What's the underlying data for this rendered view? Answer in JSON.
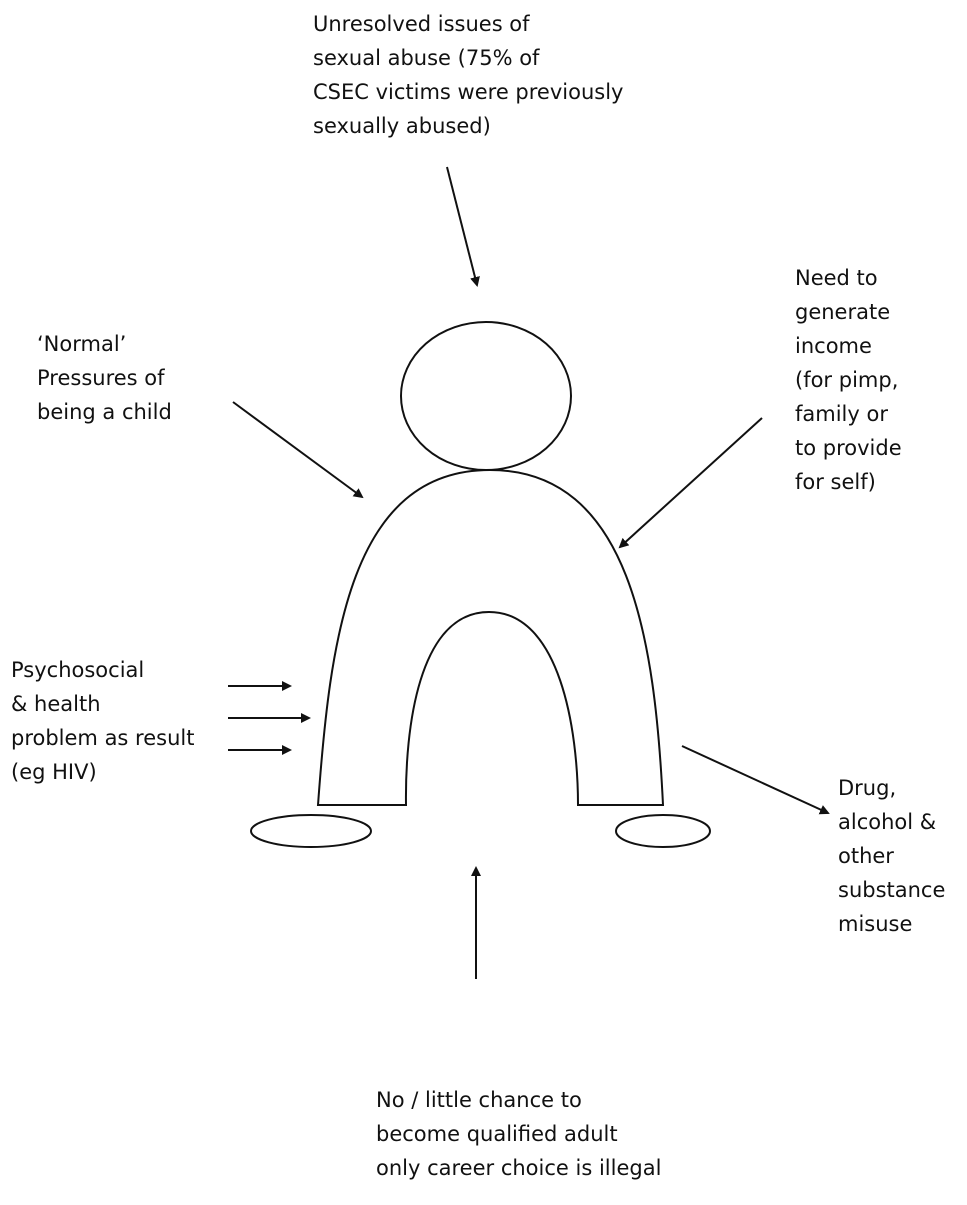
{
  "labels": {
    "top": [
      "Unresolved issues of",
      "sexual abuse (75% of",
      "CSEC victims were previously",
      "sexually abused)"
    ],
    "upper_left": [
      "‘Normal’",
      "Pressures of",
      "being a child"
    ],
    "upper_right": [
      "Need to",
      "generate",
      "income",
      "(for pimp,",
      "family or",
      "to provide",
      "for self)"
    ],
    "left": [
      "Psychosocial",
      "& health",
      "problem as result",
      "(eg HIV)"
    ],
    "right": [
      "Drug,",
      "alcohol &",
      "other",
      "substance",
      "misuse"
    ],
    "bottom": [
      "No / little chance to",
      "become qualified adult",
      "only career choice is illegal"
    ]
  }
}
